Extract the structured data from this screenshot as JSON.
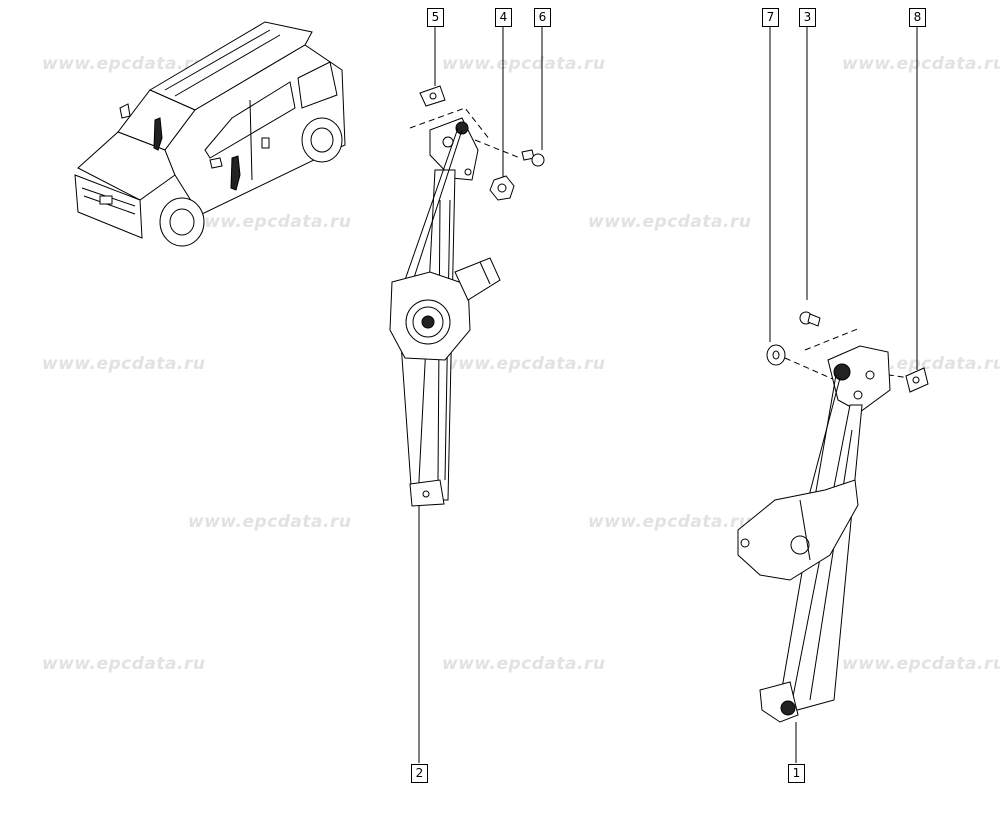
{
  "watermark_text": "www.epcdata.ru",
  "callouts": {
    "c1": "1",
    "c2": "2",
    "c3": "3",
    "c4": "4",
    "c5": "5",
    "c6": "6",
    "c7": "7",
    "c8": "8"
  },
  "colors": {
    "line": "#000000",
    "background": "#ffffff",
    "watermark": "#e2e2e2"
  }
}
